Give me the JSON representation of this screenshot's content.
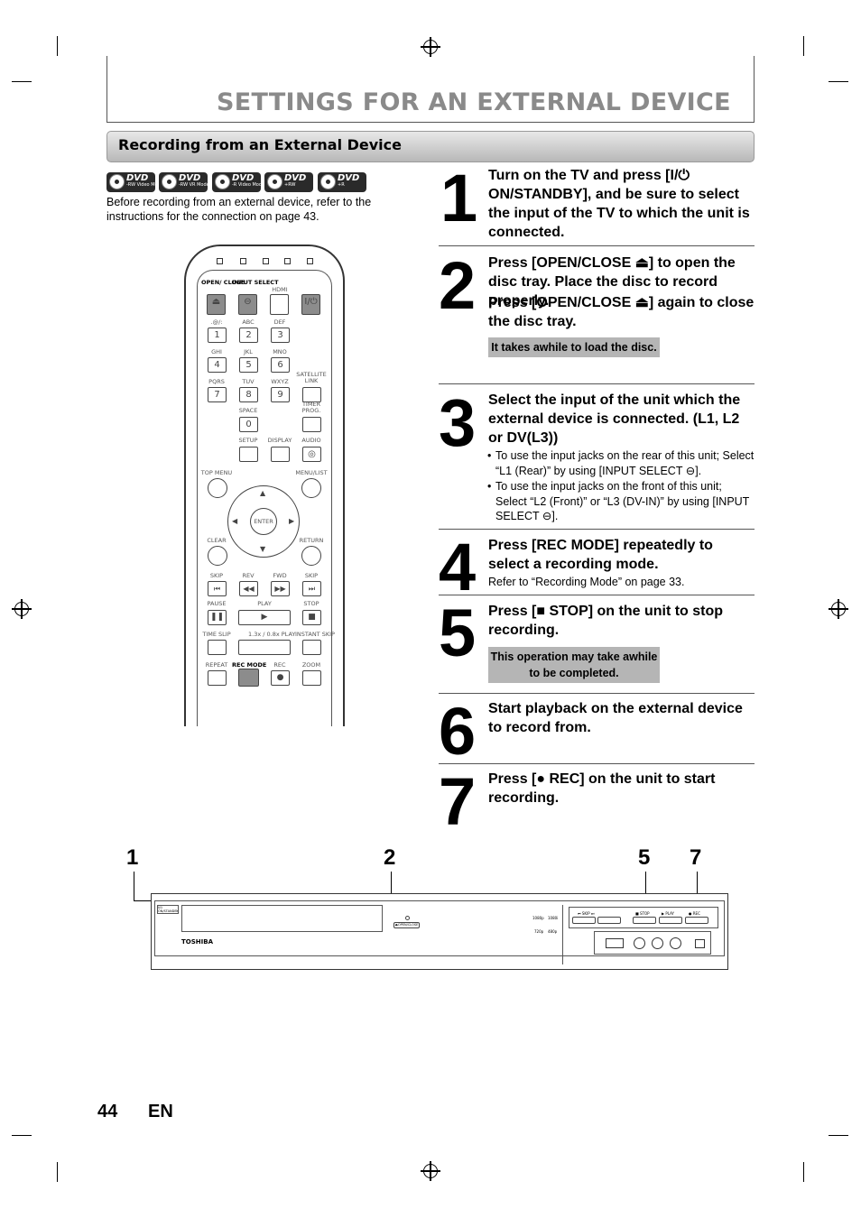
{
  "header": {
    "title": "SETTINGS FOR AN EXTERNAL DEVICE",
    "section_title": "Recording from an External Device"
  },
  "disc_logos": [
    {
      "label": "DVD",
      "sub": "-RW Video Mode"
    },
    {
      "label": "DVD",
      "sub": "-RW VR Mode"
    },
    {
      "label": "DVD",
      "sub": "-R Video Mode"
    },
    {
      "label": "DVD",
      "sub": "+RW"
    },
    {
      "label": "DVD",
      "sub": "+R"
    }
  ],
  "intro": "Before recording from an external device, refer to the instructions for the connection on page 43.",
  "remote": {
    "open_close": "OPEN/ CLOSE",
    "input_select": "INPUT SELECT",
    "hdmi": "HDMI",
    "power": "I/⏻",
    "key_labels": [
      ".@/:",
      "ABC",
      "DEF",
      "GHI",
      "JKL",
      "MNO",
      "PQRS",
      "TUV",
      "WXYZ"
    ],
    "keys": [
      "1",
      "2",
      "3",
      "4",
      "5",
      "6",
      "7",
      "8",
      "9",
      "0"
    ],
    "satellite_link": "SATELLITE LINK",
    "space": "SPACE",
    "timer_prog": "TIMER PROG.",
    "setup": "SETUP",
    "display": "DISPLAY",
    "audio": "AUDIO",
    "top_menu": "TOP MENU",
    "menu_list": "MENU/LIST",
    "enter": "ENTER",
    "clear": "CLEAR",
    "return": "RETURN",
    "skip": "SKIP",
    "rev": "REV",
    "fwd": "FWD",
    "pause": "PAUSE",
    "play": "PLAY",
    "stop": "STOP",
    "time_slip": "TIME SLIP",
    "slow_play": "1.3x / 0.8x PLAY",
    "instant_skip": "INSTANT SKIP",
    "repeat": "REPEAT",
    "rec_mode": "REC MODE",
    "rec": "REC",
    "zoom": "ZOOM"
  },
  "steps": [
    {
      "num": "1",
      "text": "Turn on the TV and press [I/⏻ ON/STANDBY], and be sure to select the input of the TV to which the unit is connected."
    },
    {
      "num": "2",
      "text": "Press [OPEN/CLOSE ⏏] to open the disc tray. Place the disc to record properly.",
      "text2": "Press [OPEN/CLOSE ⏏] again to close the disc tray.",
      "note": "It takes awhile to load the disc."
    },
    {
      "num": "3",
      "text": "Select the input of the unit which the external device is connected. (L1, L2 or DV(L3))",
      "bullet1": "To use the input jacks on the rear of this unit; Select “L1 (Rear)” by using [INPUT SELECT ⊖].",
      "bullet2": "To use the input jacks on the front of this unit; Select “L2 (Front)” or “L3 (DV-IN)” by using [INPUT SELECT ⊖]."
    },
    {
      "num": "4",
      "text": "Press [REC MODE] repeatedly to select a recording mode.",
      "sub": "Refer to “Recording Mode” on page 33."
    },
    {
      "num": "5",
      "text": "Press [■ STOP] on the unit to stop recording.",
      "note": "This operation may take awhile to be completed."
    },
    {
      "num": "6",
      "text": "Start playback on the external device to record from."
    },
    {
      "num": "7",
      "text": "Press [● REC] on the unit to start recording."
    }
  ],
  "device": {
    "callouts": [
      "1",
      "2",
      "5",
      "7"
    ],
    "brand": "TOSHIBA",
    "power_label": "I/⏻ ON/STANDBY",
    "open_close_label": "⏏OPEN/CLOSE",
    "skip_label": "⏮ SKIP ⏭",
    "stop_label": "■ STOP",
    "play_label": "▶ PLAY",
    "rec_label": "● REC",
    "res_1080p": "1080p",
    "res_1080i": "1080i",
    "res_720p": "720p",
    "res_480p": "480p"
  },
  "footer": {
    "page": "44",
    "lang": "EN"
  }
}
